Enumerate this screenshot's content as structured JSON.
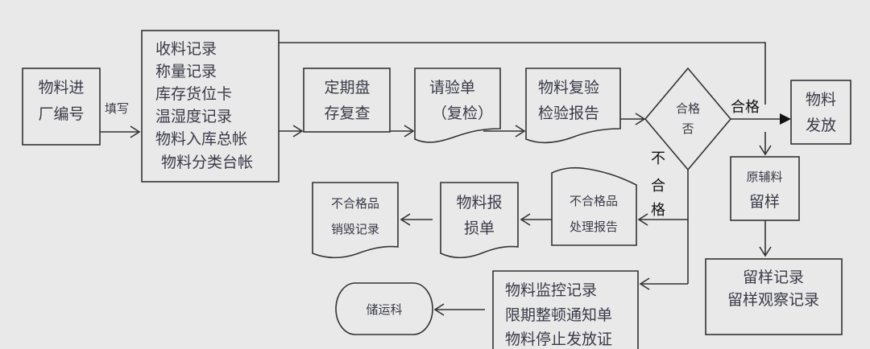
{
  "diagram": {
    "type": "flowchart",
    "nodes": {
      "material_entry_number": {
        "lines": [
          "物料进",
          "厂编号"
        ]
      },
      "receiving_records": {
        "lines": [
          "收料记录",
          "称量记录",
          "库存货位卡",
          "温湿度记录",
          "物料入库总帐",
          "物料分类台帐"
        ]
      },
      "periodic_inventory_recheck": {
        "lines": [
          "定期盘",
          "存复查"
        ]
      },
      "inspection_request": {
        "lines": [
          "请验单",
          "（复检）"
        ]
      },
      "reinspection_report": {
        "lines": [
          "物料复验",
          "检验报告"
        ]
      },
      "qualified_decision": {
        "lines": [
          "合格",
          "否"
        ]
      },
      "material_release": {
        "lines": [
          "物料",
          "发放"
        ]
      },
      "raw_material_sample": {
        "lines": [
          "原辅料",
          "留样"
        ]
      },
      "sample_records": {
        "lines": [
          "留样记录",
          "留样观察记录"
        ]
      },
      "nonconforming_report": {
        "lines": [
          "不合格品",
          "处理报告"
        ]
      },
      "material_loss_form": {
        "lines": [
          "物料报",
          "损单"
        ]
      },
      "nonconforming_destruction": {
        "lines": [
          "不合格品",
          "销毁记录"
        ]
      },
      "monitoring_records": {
        "lines": [
          "物料监控记录",
          "限期整顿通知单",
          "物料停止发放证"
        ]
      },
      "storage_transport_dept": {
        "lines": [
          "储运科"
        ]
      }
    },
    "edge_labels": {
      "fill_in": "填写",
      "qualified": "合格",
      "not_qualified": [
        "不",
        "合",
        "格"
      ]
    }
  }
}
